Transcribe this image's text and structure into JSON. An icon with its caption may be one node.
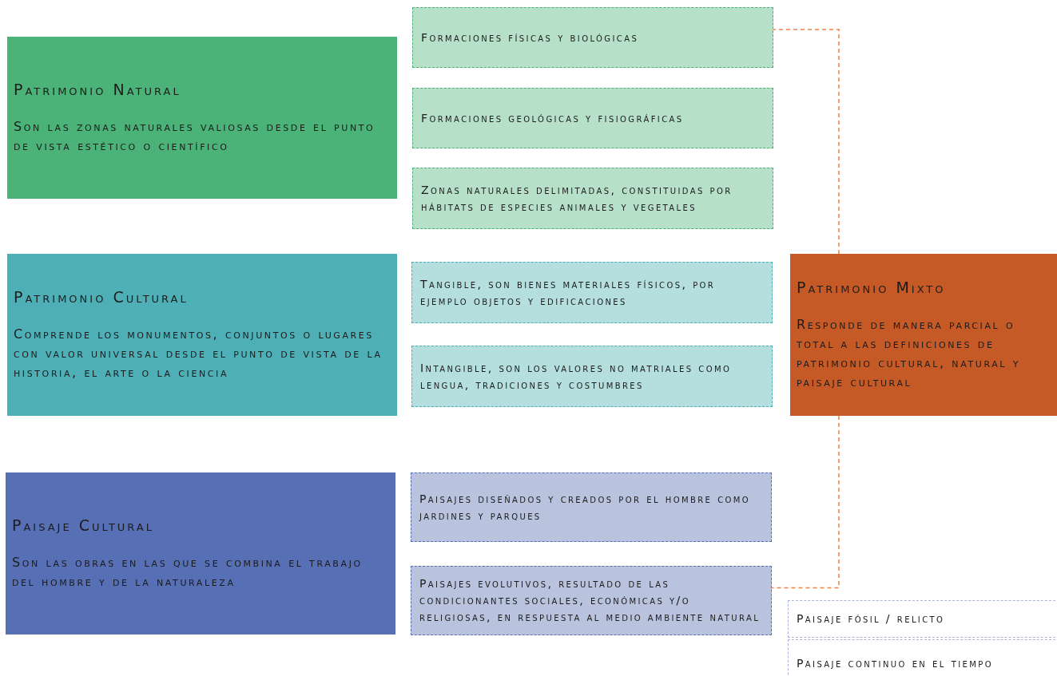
{
  "diagram": {
    "nodes": [
      {
        "text": [
          "Patrimonio Natural",
          "Son las zonas naturales valiosas desde el punto de vista estético o científico"
        ]
      },
      {
        "text": [
          "Formaciones físicas y biológicas"
        ]
      },
      {
        "text": [
          "Formaciones geológicas y fisiográficas"
        ]
      },
      {
        "text": [
          "Zonas naturales delimitadas, constituidas por hábitats de especies animales y vegetales"
        ]
      },
      {
        "text": [
          "Patrimonio Cultural",
          "Comprende los monumentos, conjuntos o lugares con valor universal desde el punto de vista de la historia, el arte o la ciencia"
        ]
      },
      {
        "text": [
          "Tangible, son bienes materiales físicos, por ejemplo objetos y edificaciones"
        ]
      },
      {
        "text": [
          "Intangible, son los valores no matriales como lengua, tradiciones y costumbres"
        ]
      },
      {
        "text": [
          "Patrimonio Mixto",
          "Responde de manera parcial o total a las definiciones de patrimonio cultural, natural y paisaje cultural"
        ]
      },
      {
        "text": [
          "Paisaje Cultural",
          "Son las obras en las que se combina el trabajo del hombre y de la naturaleza"
        ]
      },
      {
        "text": [
          "Paisajes diseñados y creados por el hombre como jardines y parques"
        ]
      },
      {
        "text": [
          "Paisajes evolutivos, resultado de las condicionantes sociales, económicas y/o religiosas, en respuesta al medio ambiente natural"
        ]
      },
      {
        "text": [
          "Paisaje fósil / relicto"
        ]
      },
      {
        "text": [
          "Paisaje continuo en el tiempo"
        ]
      }
    ],
    "edges": [
      {
        "from": 7,
        "to": 1,
        "arrow": "none",
        "style": "dashed"
      },
      {
        "from": 7,
        "to": 10,
        "arrow": "none",
        "style": "dashed"
      }
    ]
  }
}
